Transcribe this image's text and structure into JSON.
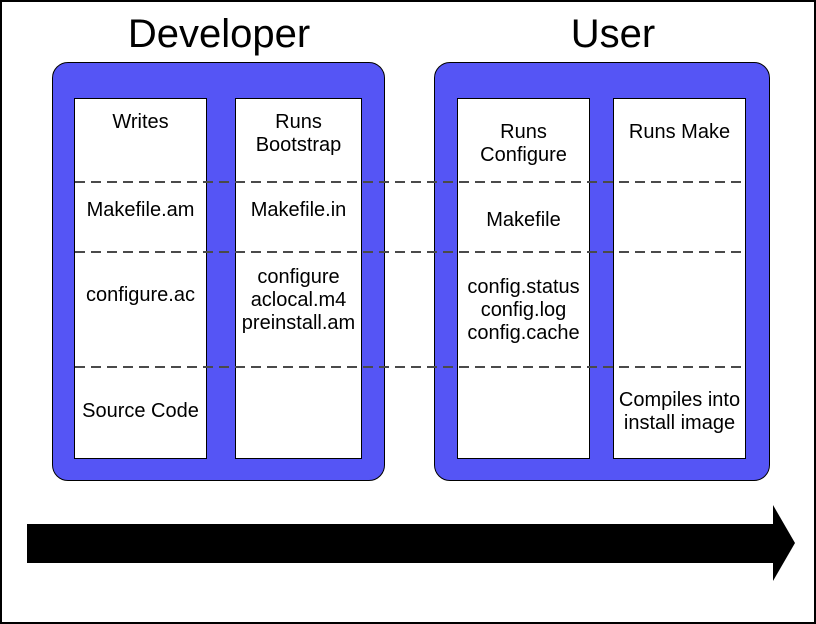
{
  "developer": {
    "title": "Developer",
    "columns": [
      {
        "name": "developer-writes-column",
        "cells": [
          "Writes",
          "Makefile.am",
          "configure.ac",
          "Source Code"
        ]
      },
      {
        "name": "developer-bootstrap-column",
        "cells": [
          "Runs\nBootstrap",
          "Makefile.in",
          "configure\naclocal.m4\npreinstall.am",
          ""
        ]
      }
    ]
  },
  "user": {
    "title": "User",
    "columns": [
      {
        "name": "user-configure-column",
        "cells": [
          "Runs\nConfigure",
          "Makefile",
          "config.status\nconfig.log\nconfig.cache",
          ""
        ]
      },
      {
        "name": "user-make-column",
        "cells": [
          "Runs Make",
          "",
          "",
          "Compiles into\ninstall image"
        ]
      }
    ]
  },
  "colors": {
    "box_fill": "#5555f5",
    "box_border": "#000000",
    "column_fill": "#ffffff",
    "divider_dash": "#4a4a4a",
    "arrow": "#000000",
    "text": "#000000"
  }
}
